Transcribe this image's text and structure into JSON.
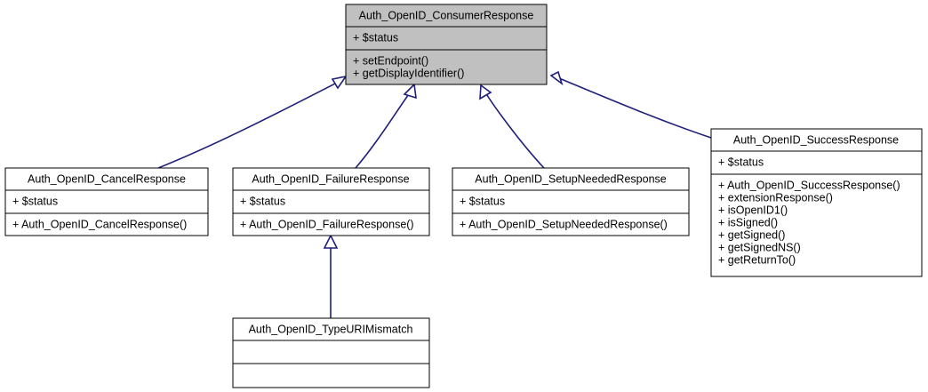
{
  "diagram": {
    "kind": "uml-class-inheritance-diagram",
    "title": "Auth_OpenID_ConsumerResponse inheritance diagram",
    "colors": {
      "highlighted_node_fill": "#c0c0c0",
      "plain_node_fill": "#ffffff",
      "node_border": "#000000",
      "edge": "#1f1f7a",
      "background": "#ffffff"
    },
    "relationship_label": "inheritance",
    "nodes": [
      {
        "id": "consumer-response",
        "name": "Auth_OpenID_ConsumerResponse",
        "highlighted": true,
        "attributes": [
          "+ $status"
        ],
        "methods": [
          "+ setEndpoint()",
          "+ getDisplayIdentifier()"
        ]
      },
      {
        "id": "cancel-response",
        "name": "Auth_OpenID_CancelResponse",
        "highlighted": false,
        "attributes": [
          "+ $status"
        ],
        "methods": [
          "+ Auth_OpenID_CancelResponse()"
        ]
      },
      {
        "id": "failure-response",
        "name": "Auth_OpenID_FailureResponse",
        "highlighted": false,
        "attributes": [
          "+ $status"
        ],
        "methods": [
          "+ Auth_OpenID_FailureResponse()"
        ]
      },
      {
        "id": "setup-needed-response",
        "name": "Auth_OpenID_SetupNeededResponse",
        "highlighted": false,
        "attributes": [
          "+ $status"
        ],
        "methods": [
          "+ Auth_OpenID_SetupNeededResponse()"
        ]
      },
      {
        "id": "success-response",
        "name": "Auth_OpenID_SuccessResponse",
        "highlighted": false,
        "attributes": [
          "+ $status"
        ],
        "methods": [
          "+ Auth_OpenID_SuccessResponse()",
          "+ extensionResponse()",
          "+ isOpenID1()",
          "+ isSigned()",
          "+ getSigned()",
          "+ getSignedNS()",
          "+ getReturnTo()"
        ]
      },
      {
        "id": "type-uri-mismatch",
        "name": "Auth_OpenID_TypeURIMismatch",
        "highlighted": false,
        "attributes": [],
        "methods": []
      }
    ],
    "edges": [
      {
        "from": "cancel-response",
        "to": "consumer-response"
      },
      {
        "from": "failure-response",
        "to": "consumer-response"
      },
      {
        "from": "setup-needed-response",
        "to": "consumer-response"
      },
      {
        "from": "success-response",
        "to": "consumer-response"
      },
      {
        "from": "type-uri-mismatch",
        "to": "failure-response"
      }
    ]
  }
}
